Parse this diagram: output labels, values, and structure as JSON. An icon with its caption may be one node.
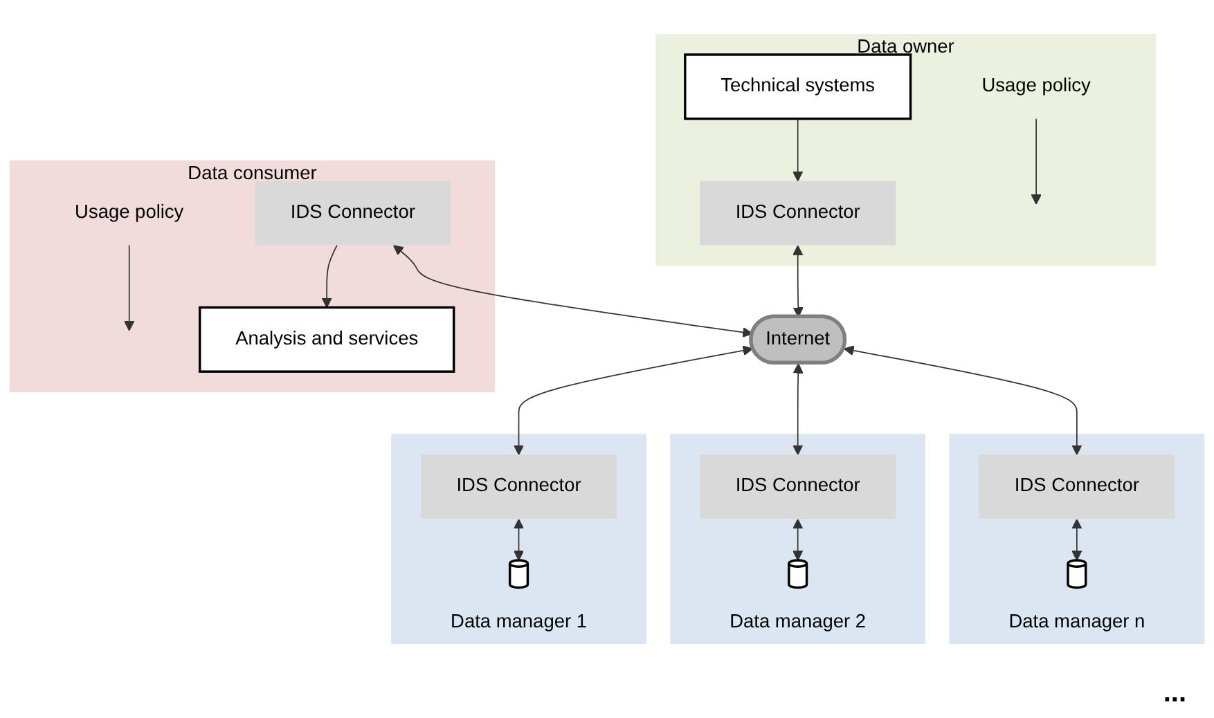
{
  "diagram": {
    "nodes": [
      {
        "text": [
          "Data owner"
        ]
      },
      {
        "text": [
          "Technical systems"
        ],
        "in": 0
      },
      {
        "text": [
          "IDS Connector"
        ],
        "in": 0
      },
      {
        "text": [
          "Usage policy"
        ],
        "in": 0
      },
      {
        "text": [
          "Data consumer"
        ]
      },
      {
        "text": [
          "Analysis and services"
        ],
        "in": 4
      },
      {
        "text": [
          "Usage policy"
        ],
        "in": 4
      },
      {
        "text": [
          "IDS Connector"
        ],
        "in": 4
      },
      {
        "text": [
          "Internet"
        ]
      },
      {
        "text": [
          "Data manager 1"
        ]
      },
      {
        "text": [
          "IDS Connector"
        ],
        "in": 9
      },
      {
        "text": [],
        "shape": "cylinder",
        "in": 9
      },
      {
        "text": [
          "Data manager 2"
        ]
      },
      {
        "text": [
          "IDS Connector"
        ],
        "in": 12
      },
      {
        "text": [],
        "shape": "cylinder",
        "in": 12
      },
      {
        "text": [
          "Data manager n"
        ]
      },
      {
        "text": [
          "IDS Connector"
        ],
        "in": 15
      },
      {
        "text": [],
        "shape": "cylinder",
        "in": 15
      }
    ],
    "edges": [
      {
        "from": 1,
        "to": 2,
        "arrow": "to"
      },
      {
        "from": 3,
        "to": null,
        "arrow": "to"
      },
      {
        "from": 2,
        "to": 8,
        "arrow": "both"
      },
      {
        "from": 7,
        "to": 5,
        "arrow": "to"
      },
      {
        "from": 6,
        "to": null,
        "arrow": "to"
      },
      {
        "from": 7,
        "to": 8,
        "arrow": "both"
      },
      {
        "from": 8,
        "to": 10,
        "arrow": "both"
      },
      {
        "from": 10,
        "to": 11,
        "arrow": "both"
      },
      {
        "from": 8,
        "to": 13,
        "arrow": "both"
      },
      {
        "from": 13,
        "to": 14,
        "arrow": "both"
      },
      {
        "from": 8,
        "to": 16,
        "arrow": "both"
      },
      {
        "from": 16,
        "to": 17,
        "arrow": "both"
      }
    ],
    "labels": [
      "..."
    ]
  }
}
